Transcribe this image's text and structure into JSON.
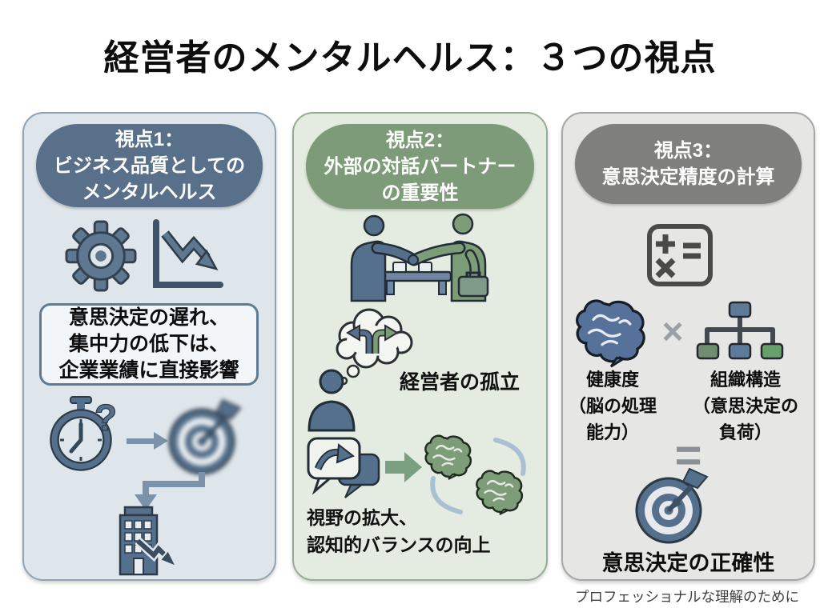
{
  "title": "経営者のメンタルヘルス：３つの視点",
  "footer": "プロフェッショナルな理解のために",
  "colors": {
    "card1_accent": "#58708a",
    "card1_bg": "#dfe6eb",
    "card2_accent": "#7d9b78",
    "card2_bg": "#e4ebe0",
    "card3_accent": "#7f7f7d",
    "card3_bg": "#e6e6e4",
    "icon_slate": "#54708c",
    "icon_green": "#7d9c78",
    "cycle_arc": "#a9bfd3",
    "operator_gray": "#9aa0a5"
  },
  "cards": [
    {
      "header_lines": [
        "視点1：",
        "ビジネス品質としての",
        "メンタルヘルス"
      ],
      "callout_lines": [
        "意思決定の遅れ、",
        "集中力の低下は、",
        "企業業績に直接影響"
      ]
    },
    {
      "header_lines": [
        "視点2：",
        "外部の対話パートナー",
        "の重要性"
      ],
      "isolation_label": "経営者の孤立",
      "benefit_lines": [
        "視野の拡大、",
        "認知的バランスの向上"
      ]
    },
    {
      "header_lines": [
        "視点3：",
        "意思決定精度の計算"
      ],
      "factor1_lines": [
        "健康度",
        "（脳の処理",
        "能力）"
      ],
      "multiply": "×",
      "factor2_lines": [
        "組織構造",
        "（意思決定の",
        "負荷）"
      ],
      "equals": "=",
      "result": "意思決定の正確性"
    }
  ]
}
